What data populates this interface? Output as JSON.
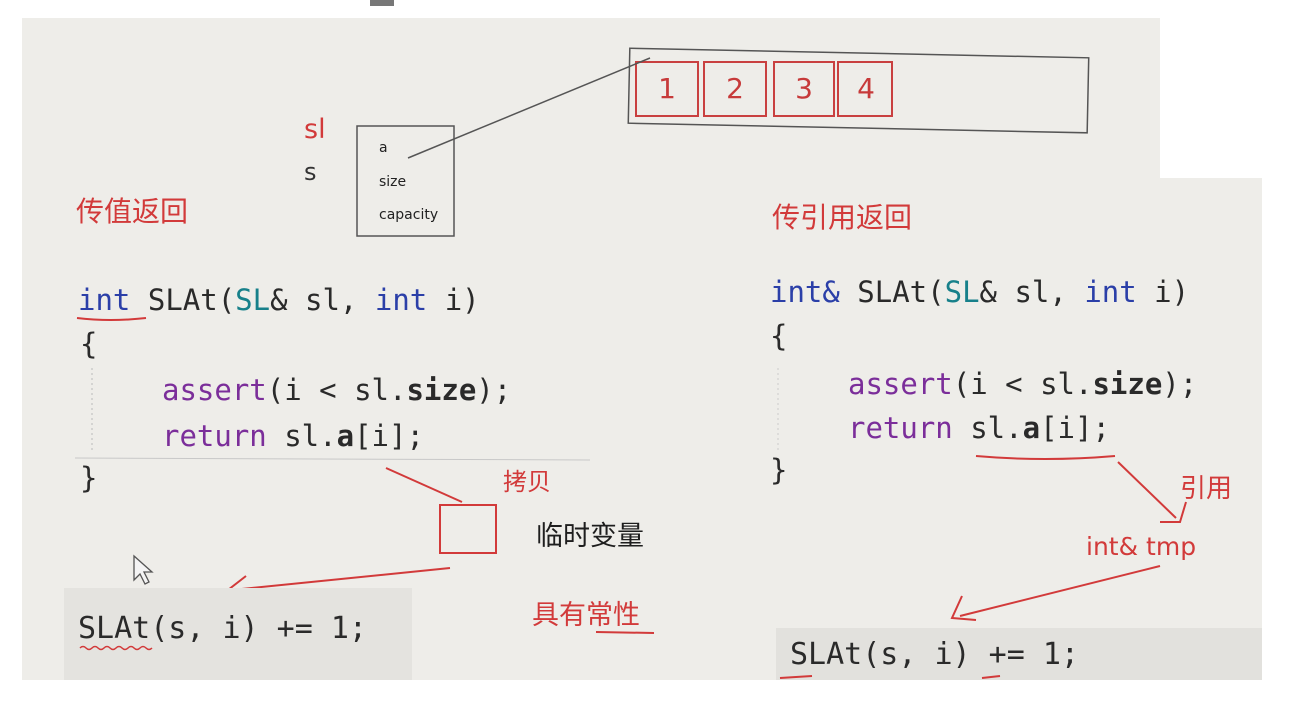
{
  "colors": {
    "red_ink": "#d23a3a",
    "keyword": "#2b3fa8",
    "type": "#17808a",
    "function": "#7b2e9a",
    "paper": "#efeeea"
  },
  "top_diagram": {
    "var_labels": {
      "sl": "sl",
      "s": "s"
    },
    "struct_fields": [
      "a",
      "size",
      "capacity"
    ],
    "array_values": [
      "1",
      "2",
      "3",
      "4"
    ]
  },
  "left": {
    "title": "传值返回",
    "code": {
      "sig_int": "int",
      "sig_fn": "SLAt",
      "sig_open": "(",
      "sig_type": "SL",
      "sig_rest": "& sl, ",
      "sig_int2": "int",
      "sig_end": " i)",
      "brace_open": "{",
      "assert_fn": "assert",
      "assert_args1": "(i < sl.",
      "assert_size": "size",
      "assert_args2": ");",
      "return_kw": "return",
      "return_expr1": " sl.",
      "return_a": "a",
      "return_expr2": "[i];",
      "brace_close": "}"
    },
    "label_copy": "拷贝",
    "label_temp": "临时变量",
    "label_const": "具有常性",
    "call": "SLAt(s, i) += 1;"
  },
  "right": {
    "title": "传引用返回",
    "code": {
      "sig_int": "int&",
      "sig_fn": " SLAt",
      "sig_open": "(",
      "sig_type": "SL",
      "sig_rest": "& sl, ",
      "sig_int2": "int",
      "sig_end": " i)",
      "brace_open": "{",
      "assert_fn": "assert",
      "assert_args1": "(i < sl.",
      "assert_size": "size",
      "assert_args2": ");",
      "return_kw": "return",
      "return_expr1": " sl.",
      "return_a": "a",
      "return_expr2": "[i];",
      "brace_close": "}"
    },
    "label_ref": "引用",
    "label_tmp": "int& tmp",
    "call": "SLAt(s, i) += 1;"
  }
}
